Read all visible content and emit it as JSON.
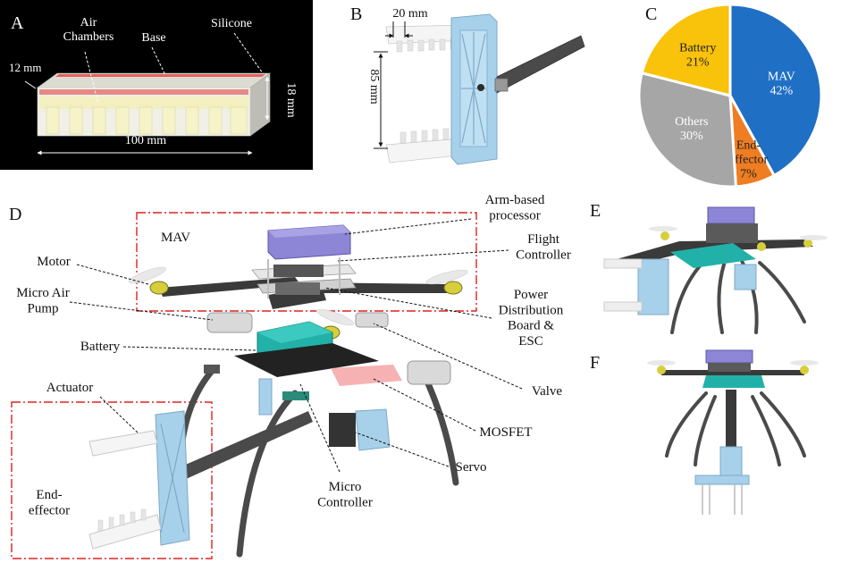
{
  "panels": {
    "a": {
      "letter": "A",
      "labels": {
        "air_chambers": "Air\nChambers",
        "base": "Base",
        "silicone": "Silicone",
        "thickness": "12 mm",
        "height": "18 mm",
        "length": "100 mm"
      }
    },
    "b": {
      "letter": "B",
      "labels": {
        "gap": "20 mm",
        "span": "85 mm"
      }
    },
    "c": {
      "letter": "C",
      "colors": {
        "MAV": "#1f6fc5",
        "End-effector": "#ef7d22",
        "Others": "#a6a6a6",
        "Battery": "#f9c20b"
      }
    },
    "d": {
      "letter": "D",
      "labels": {
        "mav_box": "MAV",
        "arm_processor": "Arm-based\nprocessor",
        "flight_controller": "Flight\nController",
        "motor": "Motor",
        "micro_air_pump": "Micro Air\nPump",
        "power_board": "Power\nDistribution\nBoard &\nESC",
        "battery": "Battery",
        "valve": "Valve",
        "actuator": "Actuator",
        "mosfet": "MOSFET",
        "servo": "Servo",
        "micro_controller": "Micro\nController",
        "end_effector": "End-\neffector"
      }
    },
    "e": {
      "letter": "E"
    },
    "f": {
      "letter": "F"
    }
  },
  "chart_data": {
    "type": "pie",
    "start": "12 o'clock, clockwise",
    "categories": [
      "MAV",
      "End-effector",
      "Others",
      "Battery"
    ],
    "values": [
      42,
      7,
      30,
      21
    ],
    "labels": [
      "MAV\n42%",
      "End-\neffector\n7%",
      "Others\n30%",
      "Battery\n21%"
    ]
  }
}
